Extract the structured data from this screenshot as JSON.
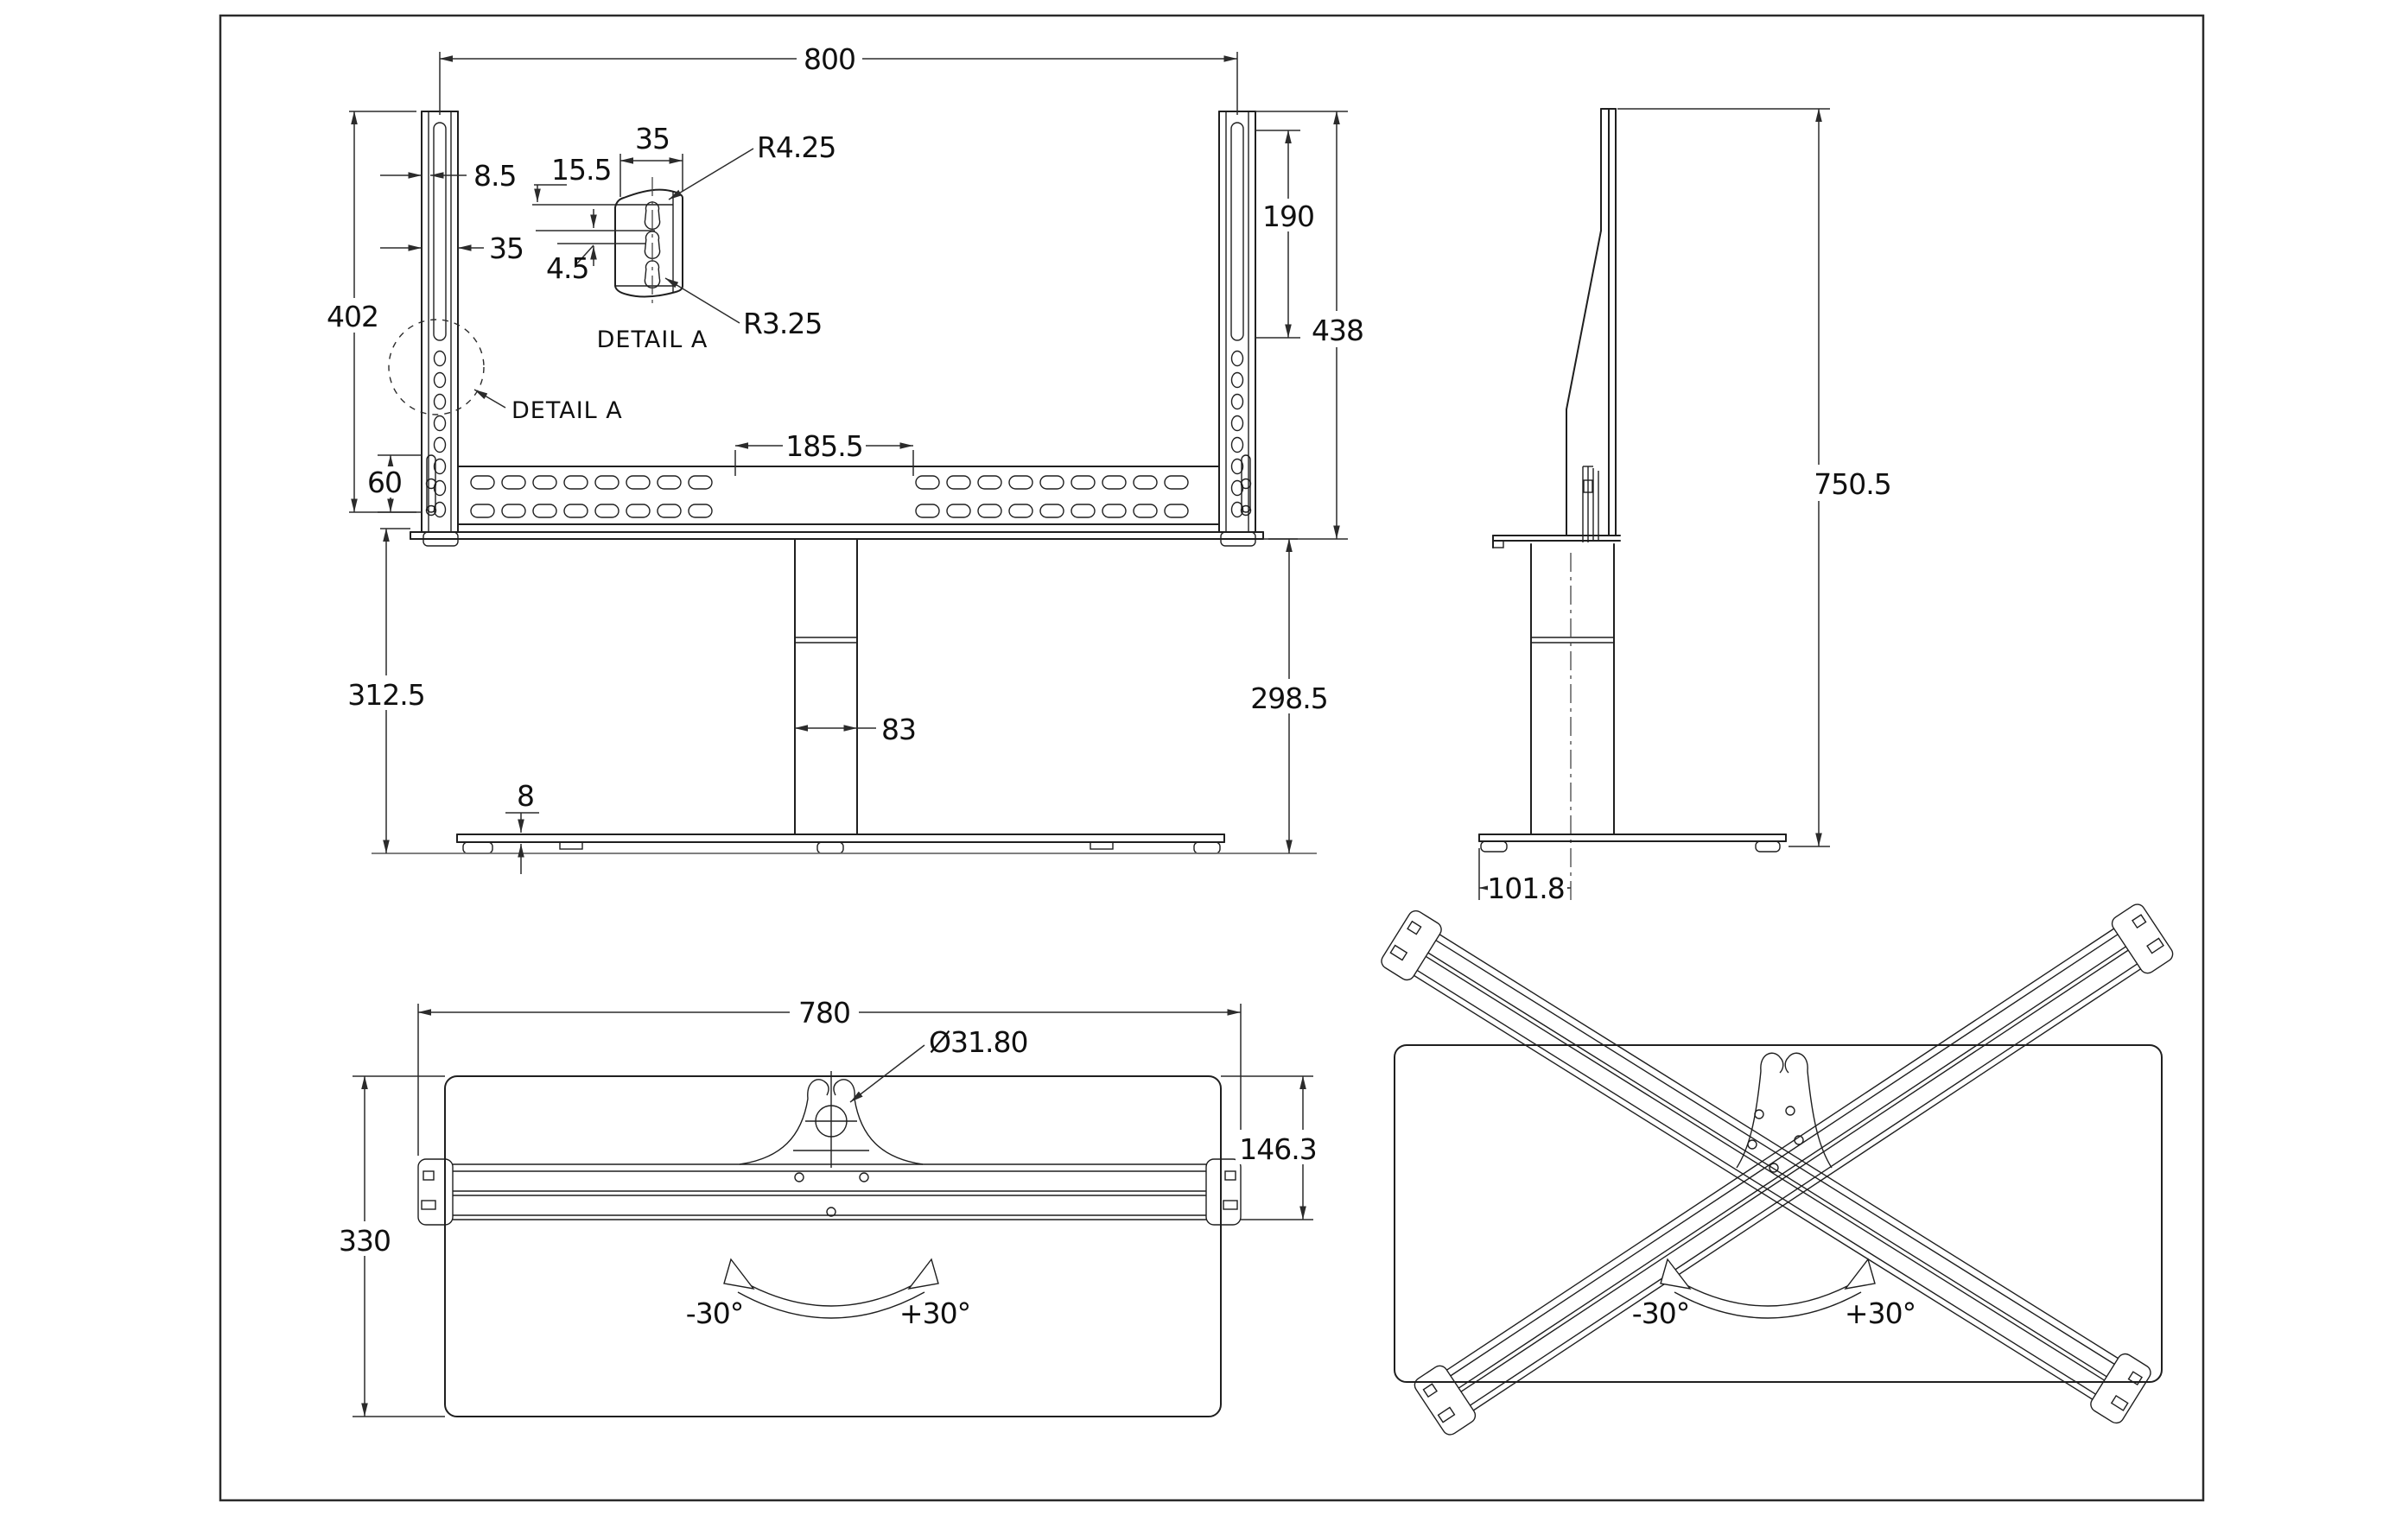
{
  "sheet": {
    "background": "#ffffff",
    "line_color": "#1f1f1f",
    "border_color": "#2a2a2a"
  },
  "front_view": {
    "overall_width": "800",
    "bracket_lip_thickness": "8.5",
    "bracket_width": "35",
    "bracket_slot_span": "402",
    "lower_slot_length": "60",
    "upper_slot_length": "190",
    "bracket_height": "438",
    "rail_center_gap": "185.5",
    "left_base_height": "312.5",
    "right_base_height": "298.5",
    "column_width": "83",
    "base_plate_thickness": "8",
    "detail_callout": "DETAIL A"
  },
  "detail_a": {
    "label": "DETAIL A",
    "plate_width": "35",
    "top_hole_offset": "15.5",
    "hole_pitch_offset": "4.5",
    "top_slot_radius": "R4.25",
    "bottom_slot_radius": "R3.25"
  },
  "side_view": {
    "overall_height": "750.5",
    "base_front_offset": "101.8"
  },
  "plan_view": {
    "leg_bar_length": "780",
    "column_tube_diameter": "Ø31.80",
    "leg_bar_offset": "146.3",
    "base_depth": "330",
    "swivel_ccw": "-30°",
    "swivel_cw": "+30°"
  },
  "rotated_plan_view": {
    "swivel_ccw": "-30°",
    "swivel_cw": "+30°"
  }
}
